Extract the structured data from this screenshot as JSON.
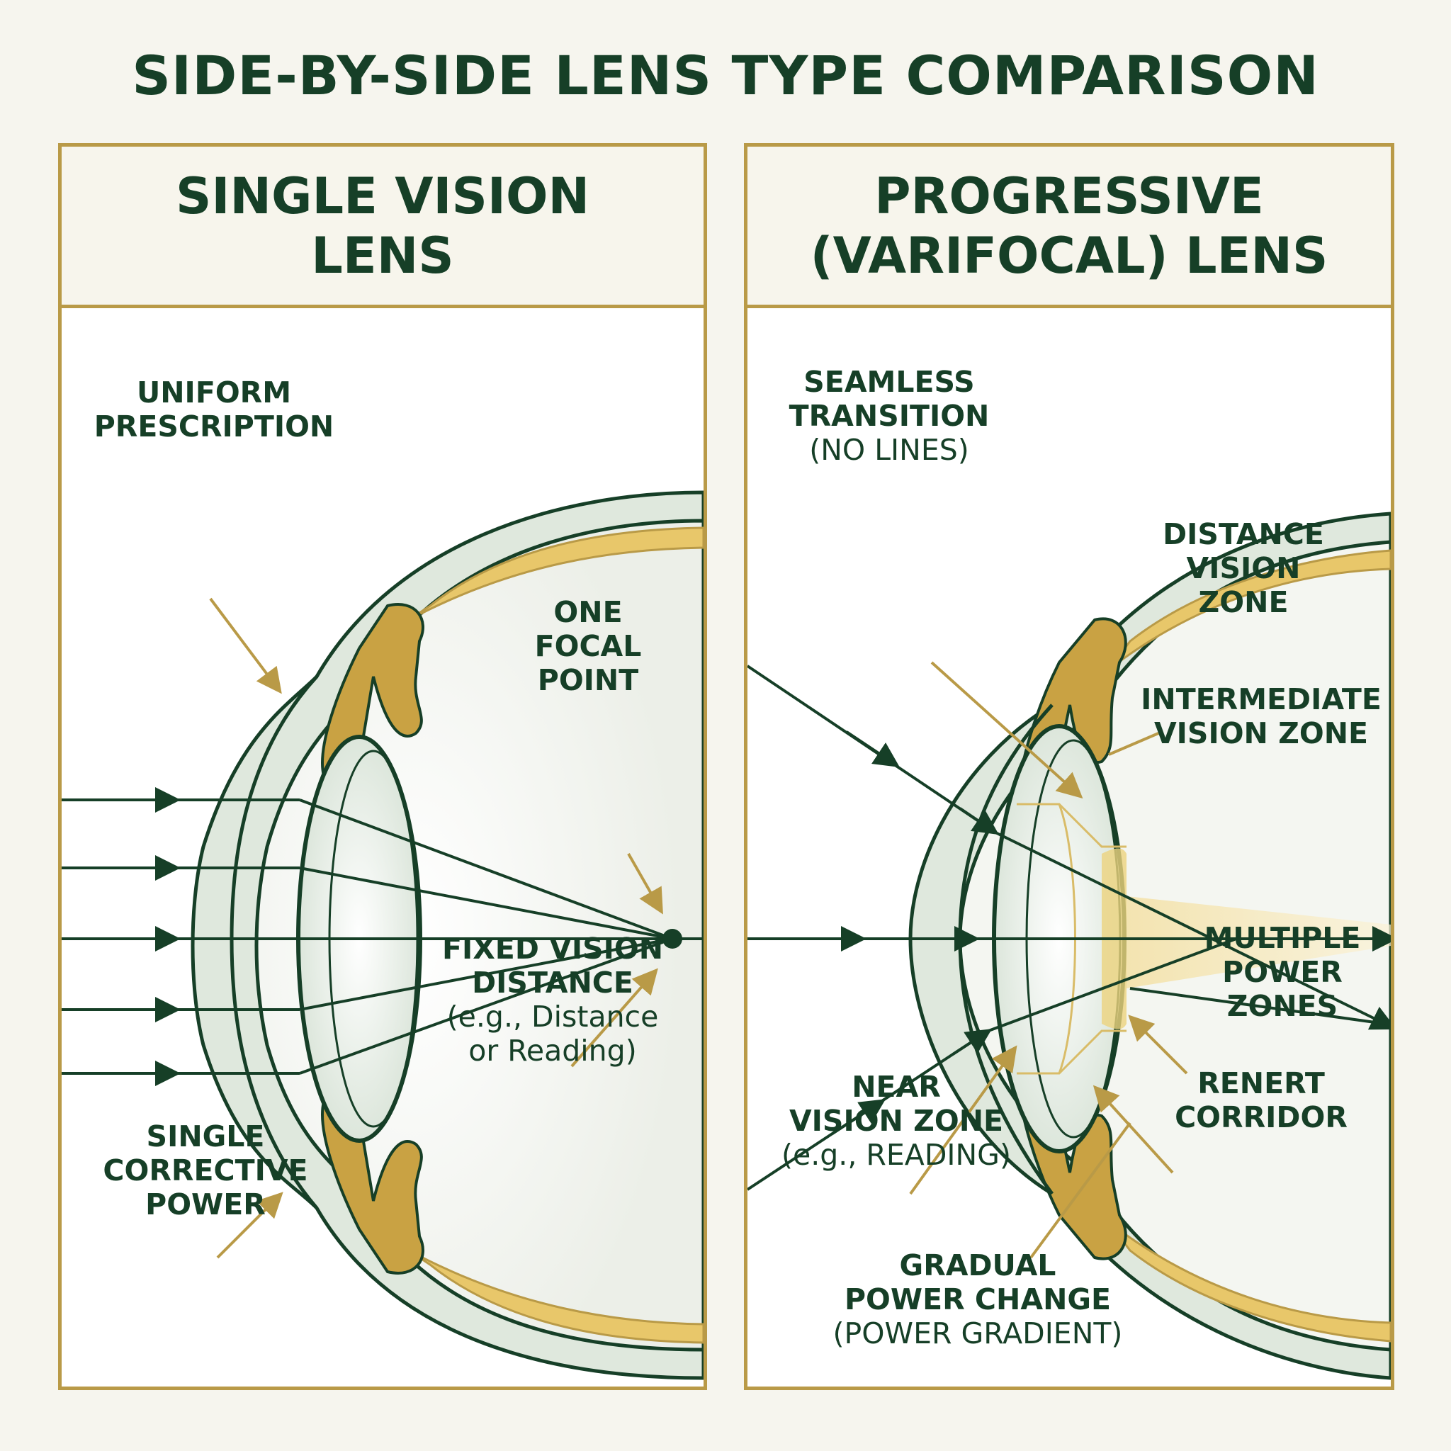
{
  "title": "SIDE-BY-SIDE LENS TYPE COMPARISON",
  "colors": {
    "primary": "#163f27",
    "accent": "#b99a47",
    "lens_fill": "#e3ebe2",
    "background": "#f6f5ee"
  },
  "left_panel": {
    "title_line1": "SINGLE VISION",
    "title_line2": "LENS",
    "labels": {
      "uniform_prescription": [
        "UNIFORM",
        "PRESCRIPTION"
      ],
      "one_focal_point": [
        "ONE",
        "FOCAL",
        "POINT"
      ],
      "fixed_vision_distance": [
        "FIXED VISION",
        "DISTANCE"
      ],
      "fixed_vision_distance_sub": [
        "(e.g., Distance",
        "or Reading)"
      ],
      "single_corrective_power": [
        "SINGLE",
        "CORRECTIVE",
        "POWER"
      ]
    }
  },
  "right_panel": {
    "title_line1": "PROGRESSIVE",
    "title_line2": "(VARIFOCAL) LENS",
    "labels": {
      "seamless_transition": [
        "SEAMLESS",
        "TRANSITION"
      ],
      "seamless_transition_sub": "(NO LINES)",
      "distance_vision_zone": [
        "DISTANCE",
        "VISION",
        "ZONE"
      ],
      "intermediate_vision_zone": [
        "INTERMEDIATE",
        "VISION ZONE"
      ],
      "multiple_power_zones": [
        "MULTIPLE",
        "POWER",
        "ZONES"
      ],
      "corridor": [
        "RENERT",
        "CORRIDOR"
      ],
      "near_vision_zone": [
        "NEAR",
        "VISION ZONE"
      ],
      "near_vision_zone_sub": "(e.g., READING)",
      "gradual_power_change": [
        "GRADUAL",
        "POWER CHANGE"
      ],
      "gradual_power_change_sub": "(POWER GRADIENT)"
    }
  }
}
